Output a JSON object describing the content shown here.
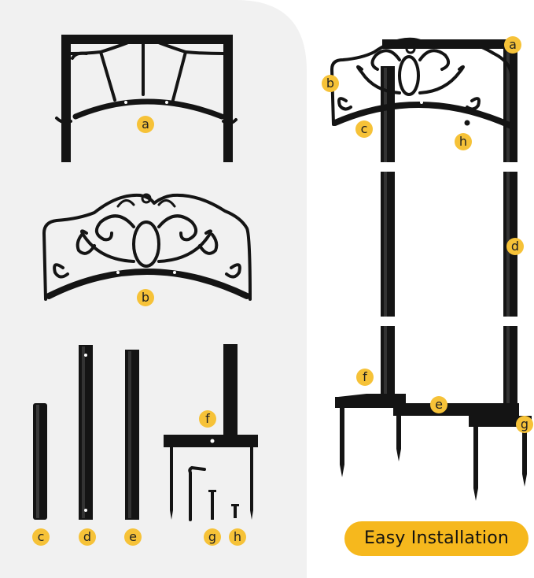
{
  "labels": {
    "a": "a",
    "b": "b",
    "c": "c",
    "d": "d",
    "e": "e",
    "f": "f",
    "g": "g",
    "h": "h"
  },
  "caption": "Easy Installation",
  "colors": {
    "panel": "#f1f1f1",
    "metal": "#141414",
    "badge": "#f6c238",
    "pill": "#f6b81d",
    "tape": "#ffffff"
  }
}
